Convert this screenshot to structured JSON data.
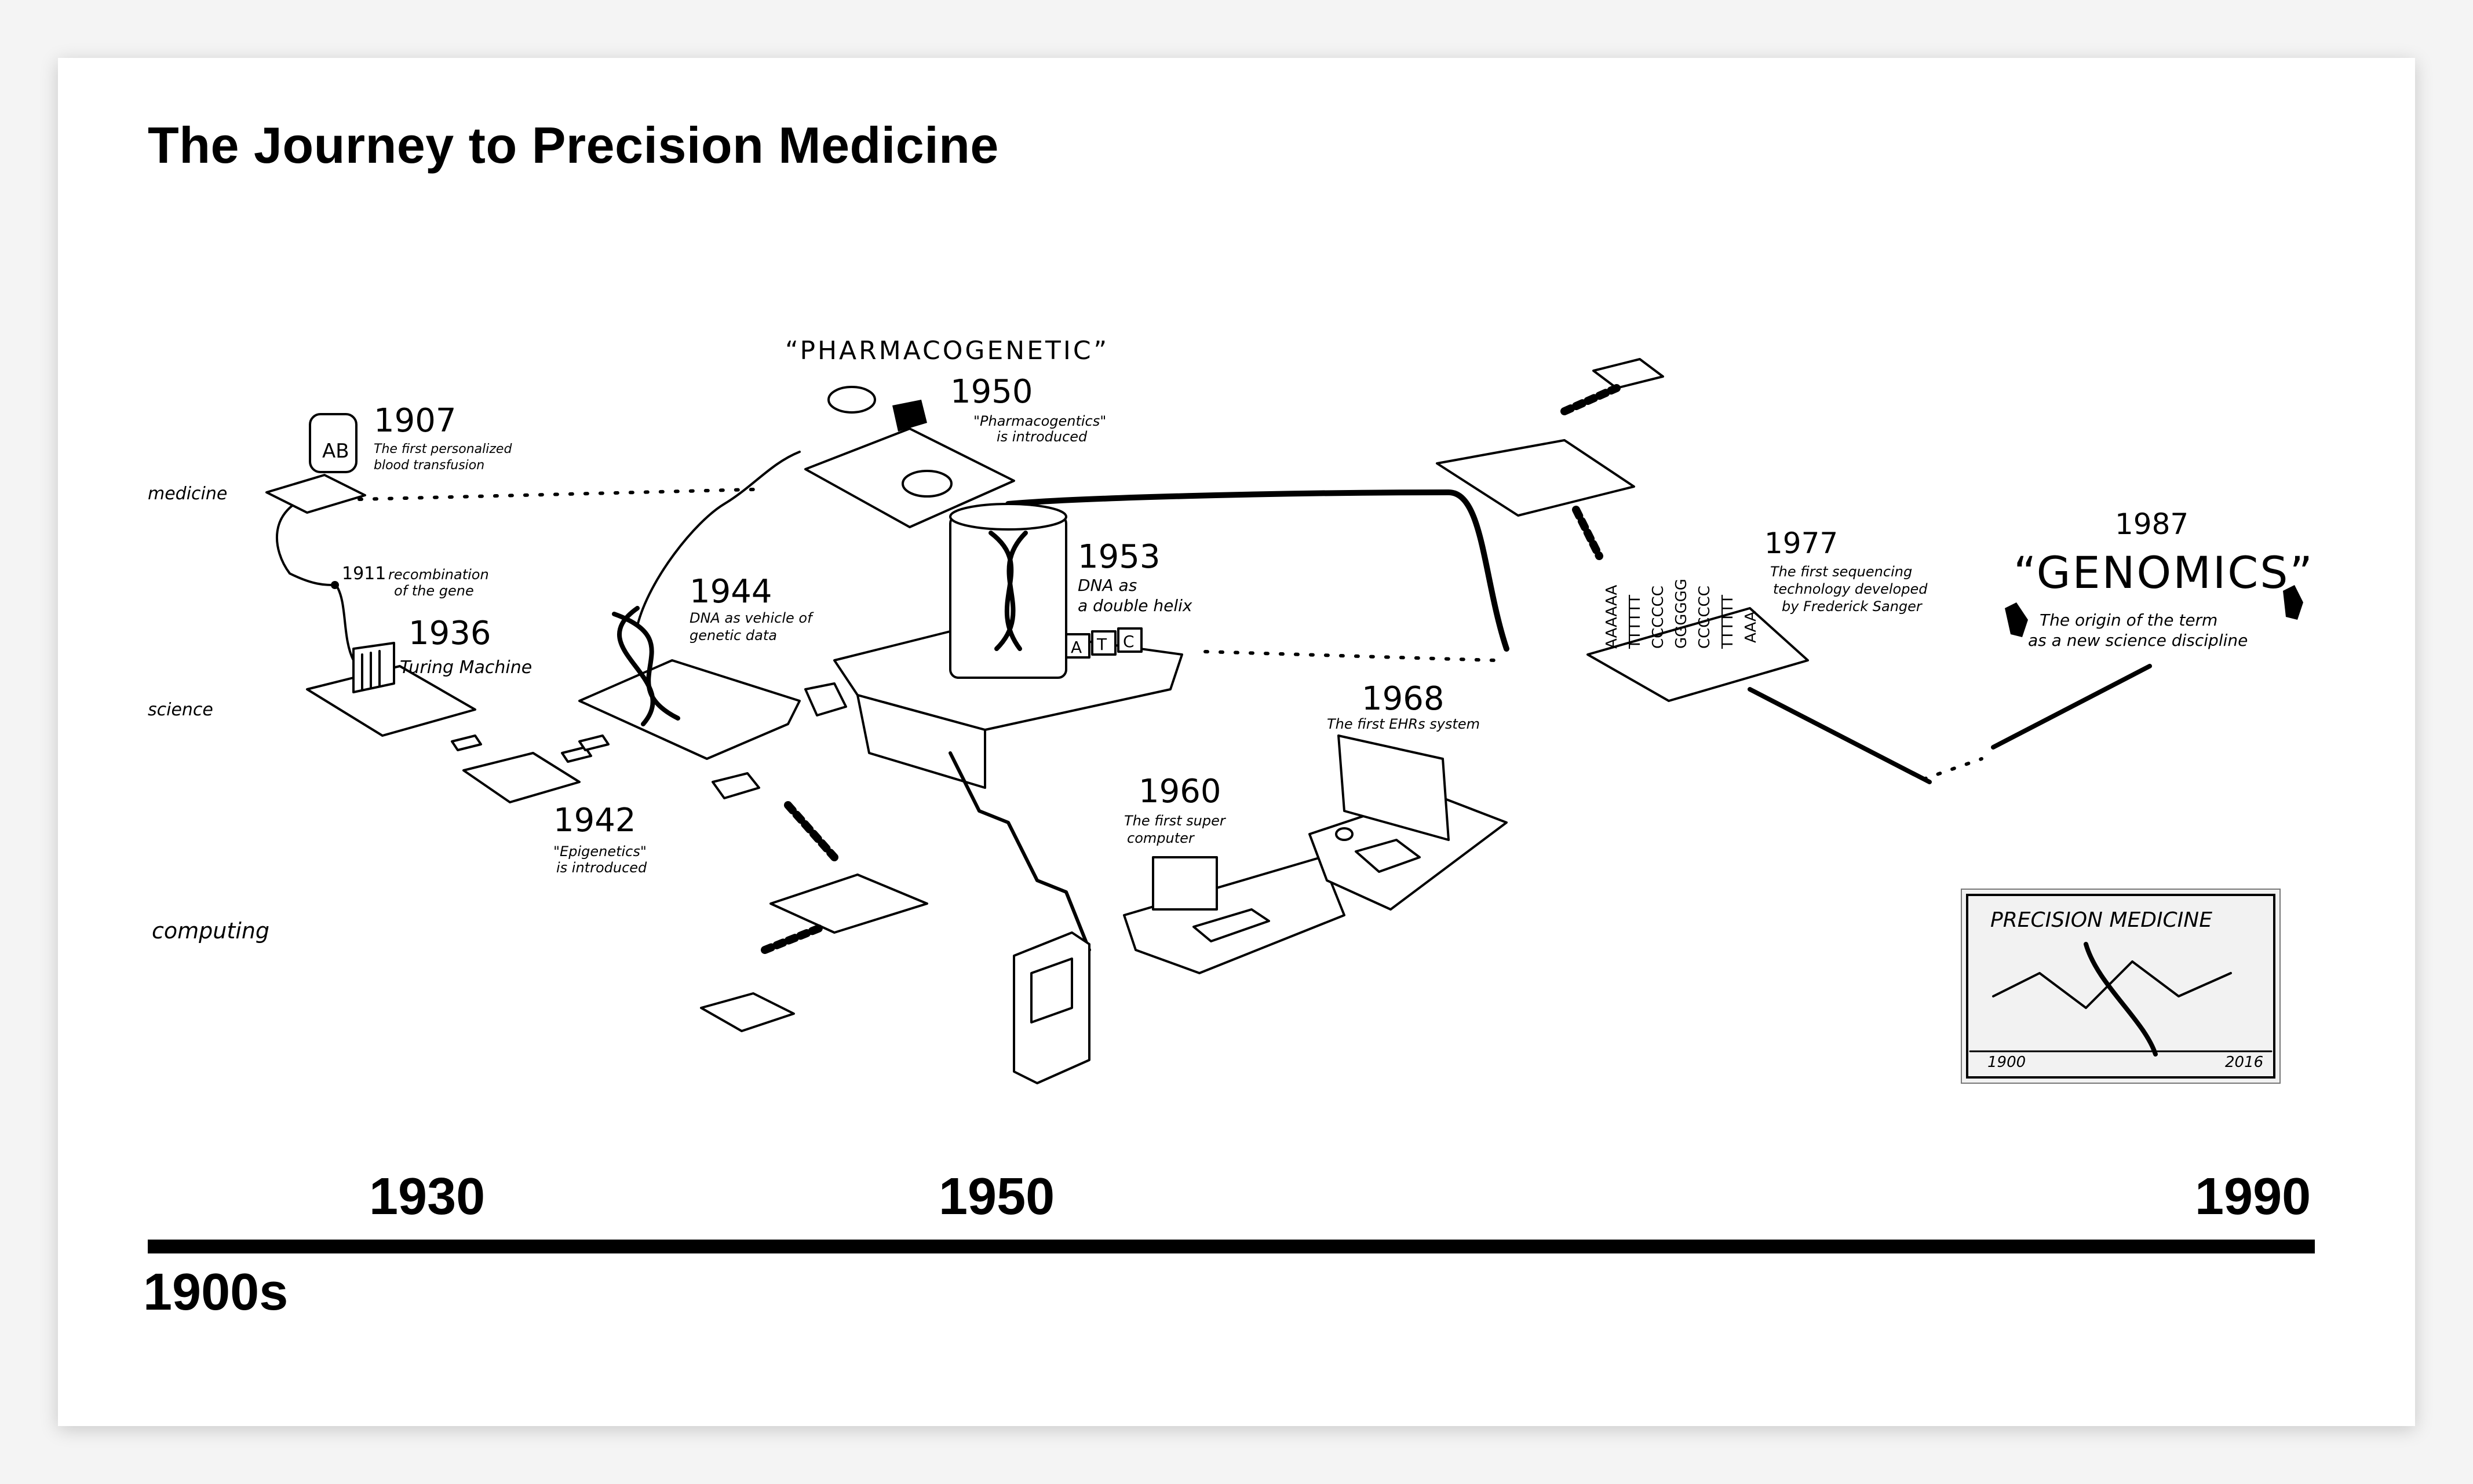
{
  "title": "The Journey to Precision Medicine",
  "row_labels": [
    "medicine",
    "science",
    "computing"
  ],
  "axis_years": {
    "y1930": "1930",
    "y1950": "1950",
    "y1990": "1990",
    "start": "1900s"
  },
  "milestones": [
    {
      "year": "1907",
      "line1": "The first personalized",
      "line2": "blood transfusion"
    },
    {
      "year": "1911",
      "line1": "recombination",
      "line2": "of the gene"
    },
    {
      "year": "1936",
      "line1": "Turing Machine",
      "line2": ""
    },
    {
      "year": "1942",
      "line1": "\"Epigenetics\"",
      "line2": "is introduced"
    },
    {
      "year": "1944",
      "line1": "DNA as vehicle of",
      "line2": "genetic data"
    },
    {
      "year": "1950",
      "line1": "\"Pharmacogentics\"",
      "line2": "is introduced"
    },
    {
      "year": "1953",
      "line1": "DNA as",
      "line2": "a double helix"
    },
    {
      "year": "1960",
      "line1": "The first super",
      "line2": "computer"
    },
    {
      "year": "1968",
      "line1": "The first EHRs system",
      "line2": ""
    },
    {
      "year": "1977",
      "line1": "The first sequencing",
      "line2": "technology developed",
      "line3": "by Frederick Sanger"
    },
    {
      "year": "1987",
      "line1": "The origin of the term",
      "line2": "as a new science discipline"
    }
  ],
  "banners": {
    "pharmacogenetic": "“PHARMACOGENETIC”",
    "genomics": "“GENOMICS”",
    "blood_type": "AB",
    "bases": [
      "A",
      "T",
      "C"
    ]
  },
  "inset": {
    "title": "PRECISION MEDICINE",
    "start": "1900",
    "end": "2016"
  },
  "sequence_columns": [
    "AAAAAA",
    "TTTTTT",
    "CCCCCC",
    "GGGGGG",
    "CCCCCC",
    "TTTTTT",
    "AAA"
  ]
}
